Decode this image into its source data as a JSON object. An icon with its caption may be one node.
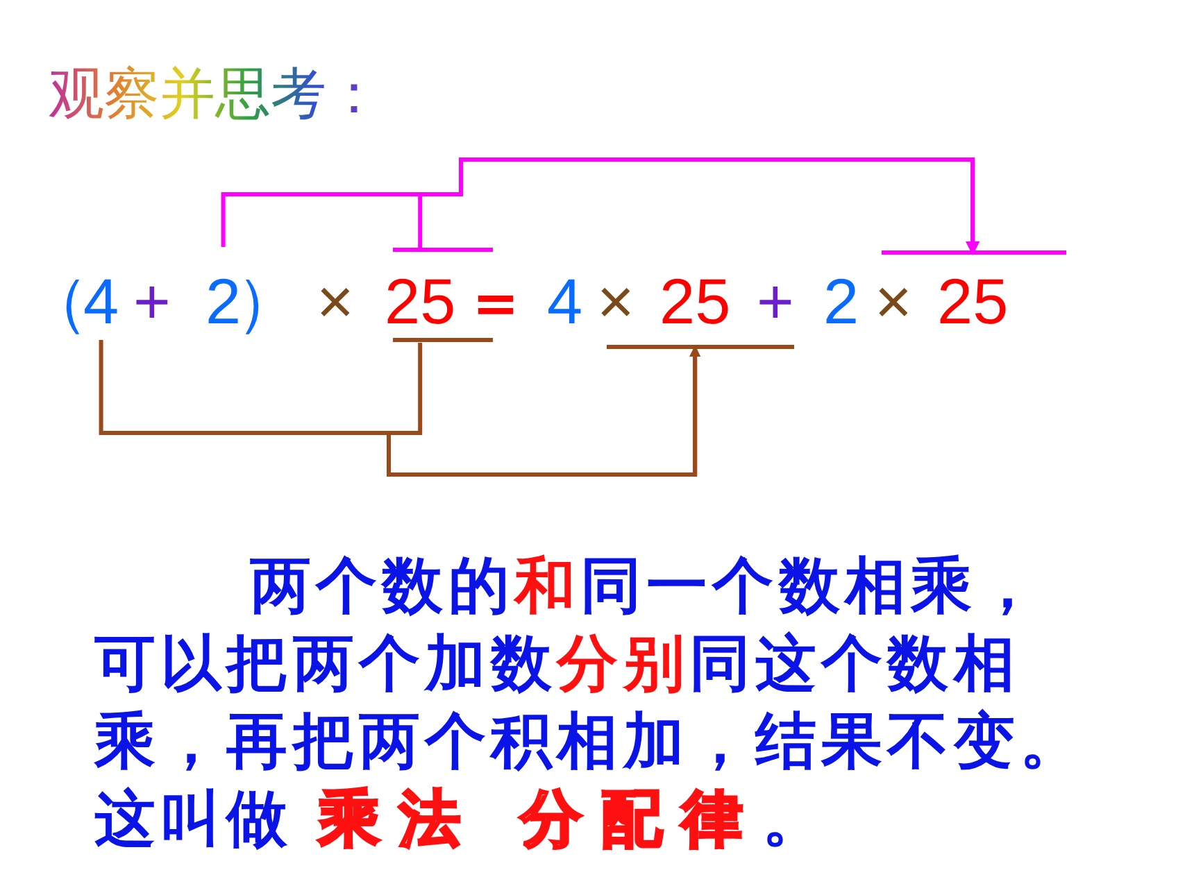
{
  "diagram": {
    "title": "观察并思考：",
    "nodes": [
      {
        "text": [
          "4"
        ]
      },
      {
        "text": [
          "2"
        ]
      },
      {
        "text": [
          "25"
        ]
      },
      {
        "text": [
          "25"
        ]
      },
      {
        "text": [
          "25"
        ]
      }
    ],
    "edges": [
      {
        "from": 0,
        "to": 3,
        "arrow": "to",
        "color": "#9a4a1a"
      },
      {
        "from": 2,
        "to": 3,
        "arrow": "to",
        "color": "#9a4a1a"
      },
      {
        "from": 1,
        "to": 4,
        "arrow": "to",
        "color": "#ff00ff"
      },
      {
        "from": 2,
        "to": 4,
        "arrow": "to",
        "color": "#ff00ff"
      }
    ],
    "labels": [
      "（",
      "+",
      "）",
      "×",
      "＝",
      "4",
      "×",
      "+",
      "2",
      "×",
      "两个数的**和**同一个数相乘，可以把两个加数**分别**同这个数相乘，再把两个积相加，结果不变。这叫做 **乘法 分配律**。"
    ]
  }
}
